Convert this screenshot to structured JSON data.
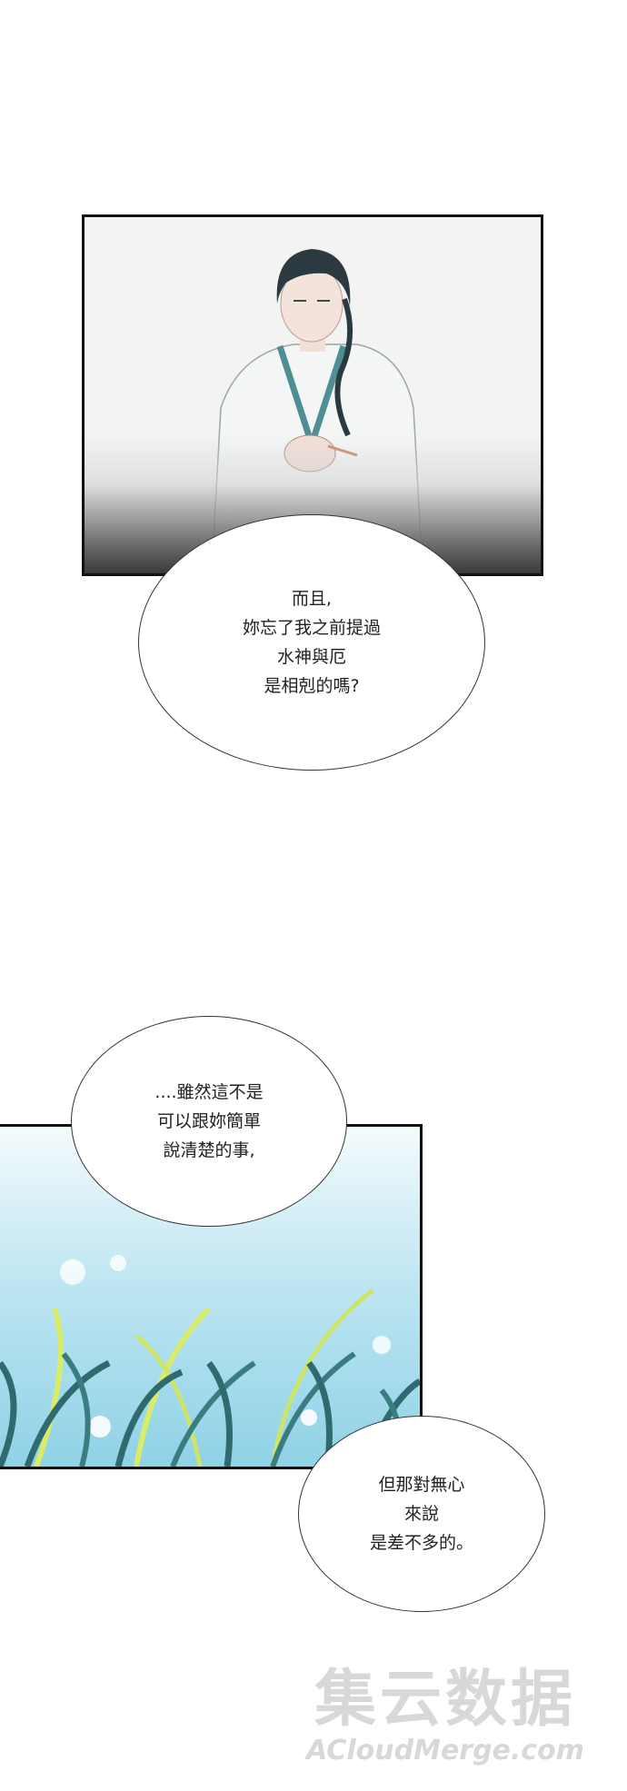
{
  "bubbles": {
    "first": [
      "而且,",
      "妳忘了我之前提過",
      "水神與厄",
      "是相剋的嗎?"
    ],
    "second": [
      "....雖然這不是",
      "可以跟妳簡單",
      "說清楚的事,"
    ],
    "third": [
      "但那對無心",
      "來說",
      "是差不多的。"
    ]
  },
  "watermark": {
    "chinese": "集云数据",
    "english": "ACloudMerge.com"
  },
  "colors": {
    "panel_border": "#111111",
    "bubble_border": "#333333",
    "text": "#222222",
    "watermark": "#d8d8d8",
    "robe": "#f4f6f6",
    "hair": "#2b3a40",
    "sky": "#bfe6f2",
    "grass_dark": "#2f6b6e",
    "grass_light": "#d9ec6a"
  }
}
